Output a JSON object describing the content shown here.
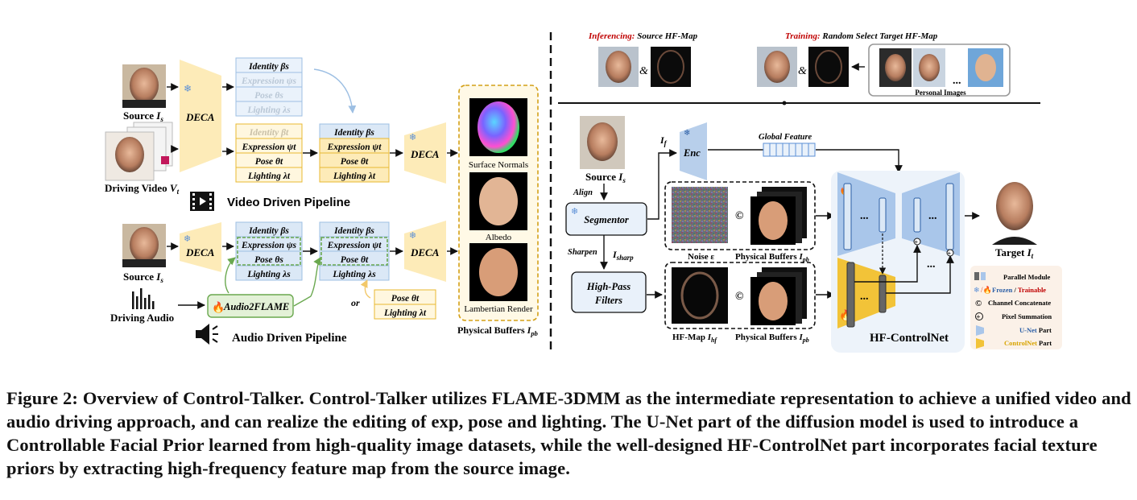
{
  "left": {
    "source_label": "Source",
    "source_var": "I",
    "source_sub": "s",
    "driving_video_label": "Driving Video",
    "driving_video_var": "V",
    "driving_video_sub": "t",
    "driving_audio_label": "Driving Audio",
    "deca": "DECA",
    "video_pipeline": "Video Driven Pipeline",
    "audio_pipeline": "Audio Driven Pipeline",
    "audio2flame": "Audio2FLAME",
    "or": "or",
    "params": {
      "identity_s": "Identity βs",
      "expression_t": "Expression ψt",
      "expression_s": "Expression ψs",
      "pose_s": "Pose θs",
      "pose_t": "Pose θt",
      "lighting_s": "Lighting λs",
      "lighting_t": "Lighting λt",
      "identity_t": "Identity βt"
    },
    "buffers": {
      "surface_normals": "Surface Normals",
      "albedo": "Albedo",
      "lambertian": "Lambertian Render",
      "title": "Physical Buffers",
      "title_var": "I",
      "title_sub": "pb"
    }
  },
  "right": {
    "inferencing_label": "Inferencing:",
    "inferencing_text": "Source HF-Map",
    "training_label": "Training:",
    "training_text": "Random Select Target HF-Map",
    "personal_images": "Personal Images",
    "amp": "&",
    "ellipsis": "...",
    "source_label": "Source",
    "align": "Align",
    "segmentor": "Segmentor",
    "sharpen": "Sharpen",
    "i_sharp_var": "I",
    "i_sharp_sub": "sharp",
    "i_f_var": "I",
    "i_f_sub": "f",
    "high_pass": "High-Pass",
    "filters": "Filters",
    "enc": "Enc",
    "global_feature": "Global Feature",
    "noise": "Noise ε",
    "physical_buffers": "Physical Buffers",
    "pb_var": "I",
    "pb_sub": "pb",
    "hf_map": "HF-Map",
    "hf_var": "I",
    "hf_sub": "hf",
    "copyright": "©",
    "target": "Target",
    "target_var": "I",
    "target_sub": "t",
    "hf_controlnet": "HF-ControlNet",
    "legend": {
      "parallel": "Parallel Module",
      "frozen": "Frozen",
      "slash": " / ",
      "trainable": "Trainable",
      "concat": "Channel Concatenate",
      "sum": "Pixel Summation",
      "unet_colored": "U-Net",
      "unet_rest": " Part",
      "controlnet_colored": "ControlNet",
      "controlnet_rest": " Part"
    }
  },
  "caption": "Figure 2: Overview of Control-Talker. Control-Talker utilizes FLAME-3DMM as the intermediate representation to achieve a unified video and audio driving approach, and can realize the editing of exp, pose and lighting. The U-Net part of the diffusion model is used to introduce a Controllable Facial Prior learned from high-quality image datasets, while the well-designed HF-ControlNet part incorporates facial texture priors by extracting high-frequency feature map from the source image.",
  "colors": {
    "blue_fill": "#dbe8f6",
    "blue_border": "#9dbfe3",
    "yellow_fill": "#fdebb8",
    "yellow_border": "#e8b832",
    "green_fill": "#e3f1d7",
    "green_border": "#6aa84f",
    "red_label": "#c00000",
    "unet_blue": "#5b8fd6",
    "controlnet_yellow": "#f2c338"
  }
}
